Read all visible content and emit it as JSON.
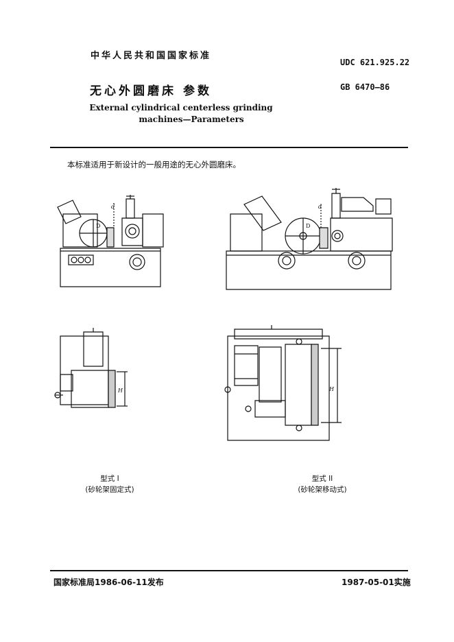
{
  "header": {
    "standard_label": "中华人民共和国国家标准",
    "udc": "UDC 621.925.22",
    "title_cn": "无心外圆磨床  参数",
    "gb_number": "GB 6470—86",
    "title_en_line1": "External cylindrical centerless grinding",
    "title_en_line2": "machines—Parameters"
  },
  "body": {
    "intro": "本标准适用于新设计的一般用途的无心外圆磨床。"
  },
  "figures": {
    "type1_caption": "型式 I",
    "type1_sub": "(砂轮架固定式)",
    "type2_caption": "型式 II",
    "type2_sub": "(砂轮架移动式)",
    "label_d": "d",
    "label_D": "D",
    "label_H": "H"
  },
  "footer": {
    "publisher": "国家标准局1986-06-11发布",
    "effective": "1987-05-01实施"
  }
}
